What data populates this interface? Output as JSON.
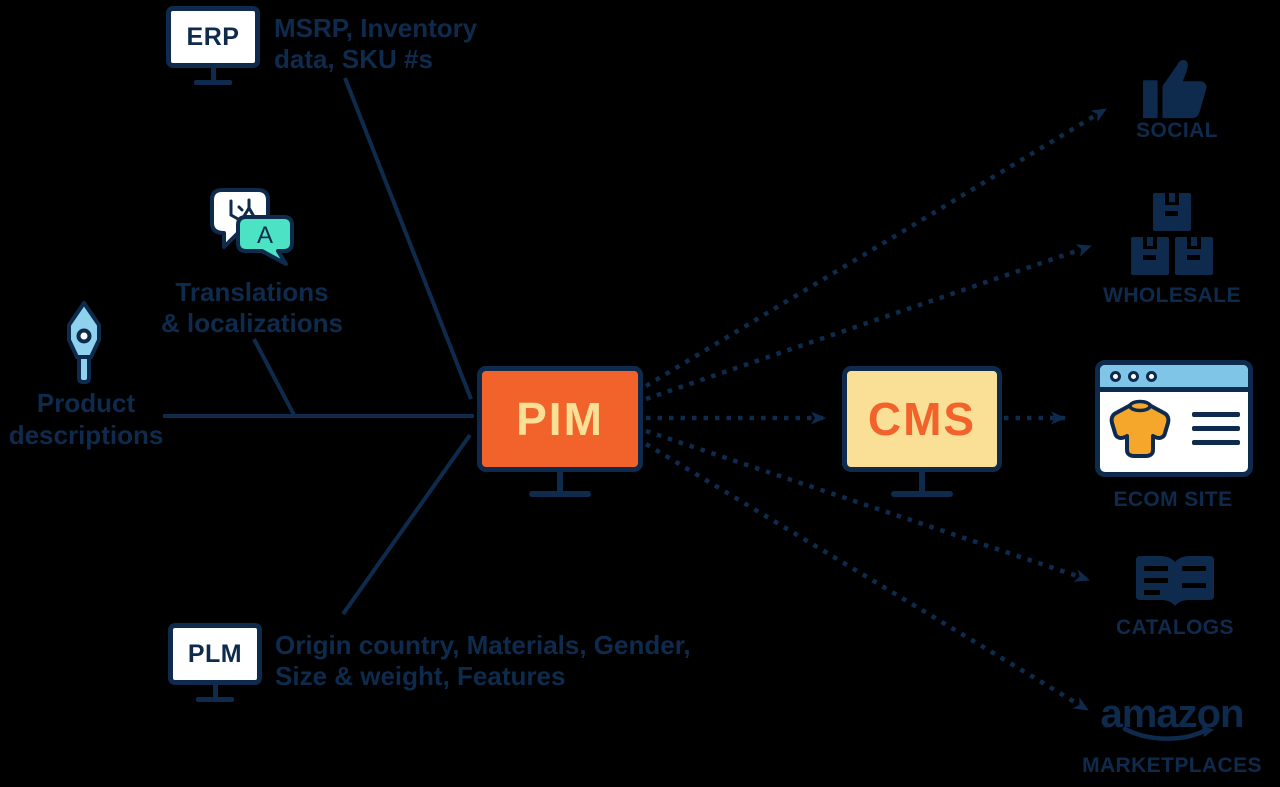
{
  "colors": {
    "navy": "#0E2B4D",
    "orange": "#F2632C",
    "cream": "#FAE096",
    "mint": "#4BE3C3",
    "pen_blue": "#8ED2EE",
    "sky_blue": "#7EC5E8",
    "sweater_orange": "#F5A72B",
    "white": "#FFFFFF",
    "background": "#000000"
  },
  "sources": {
    "erp": {
      "label": "ERP",
      "annotation": {
        "line1": "MSRP, Inventory",
        "line2": "data, SKU #s"
      }
    },
    "translations": {
      "caption": {
        "line1": "Translations",
        "line2": "& localizations"
      },
      "bubble_cjk_char": "以",
      "bubble_latin_char": "A"
    },
    "product_descriptions": {
      "caption": {
        "line1": "Product",
        "line2": "descriptions"
      }
    },
    "plm": {
      "label": "PLM",
      "annotation": {
        "line1": "Origin country, Materials, Gender,",
        "line2": "Size & weight, Features"
      }
    }
  },
  "systems": {
    "pim": {
      "label": "PIM"
    },
    "cms": {
      "label": "CMS"
    }
  },
  "channels": {
    "social": {
      "label": "SOCIAL"
    },
    "wholesale": {
      "label": "WHOLESALE"
    },
    "ecom_site": {
      "label": "ECOM SITE"
    },
    "catalogs": {
      "label": "CATALOGS"
    },
    "marketplaces": {
      "label": "MARKETPLACES",
      "logo_text": "amazon"
    }
  }
}
